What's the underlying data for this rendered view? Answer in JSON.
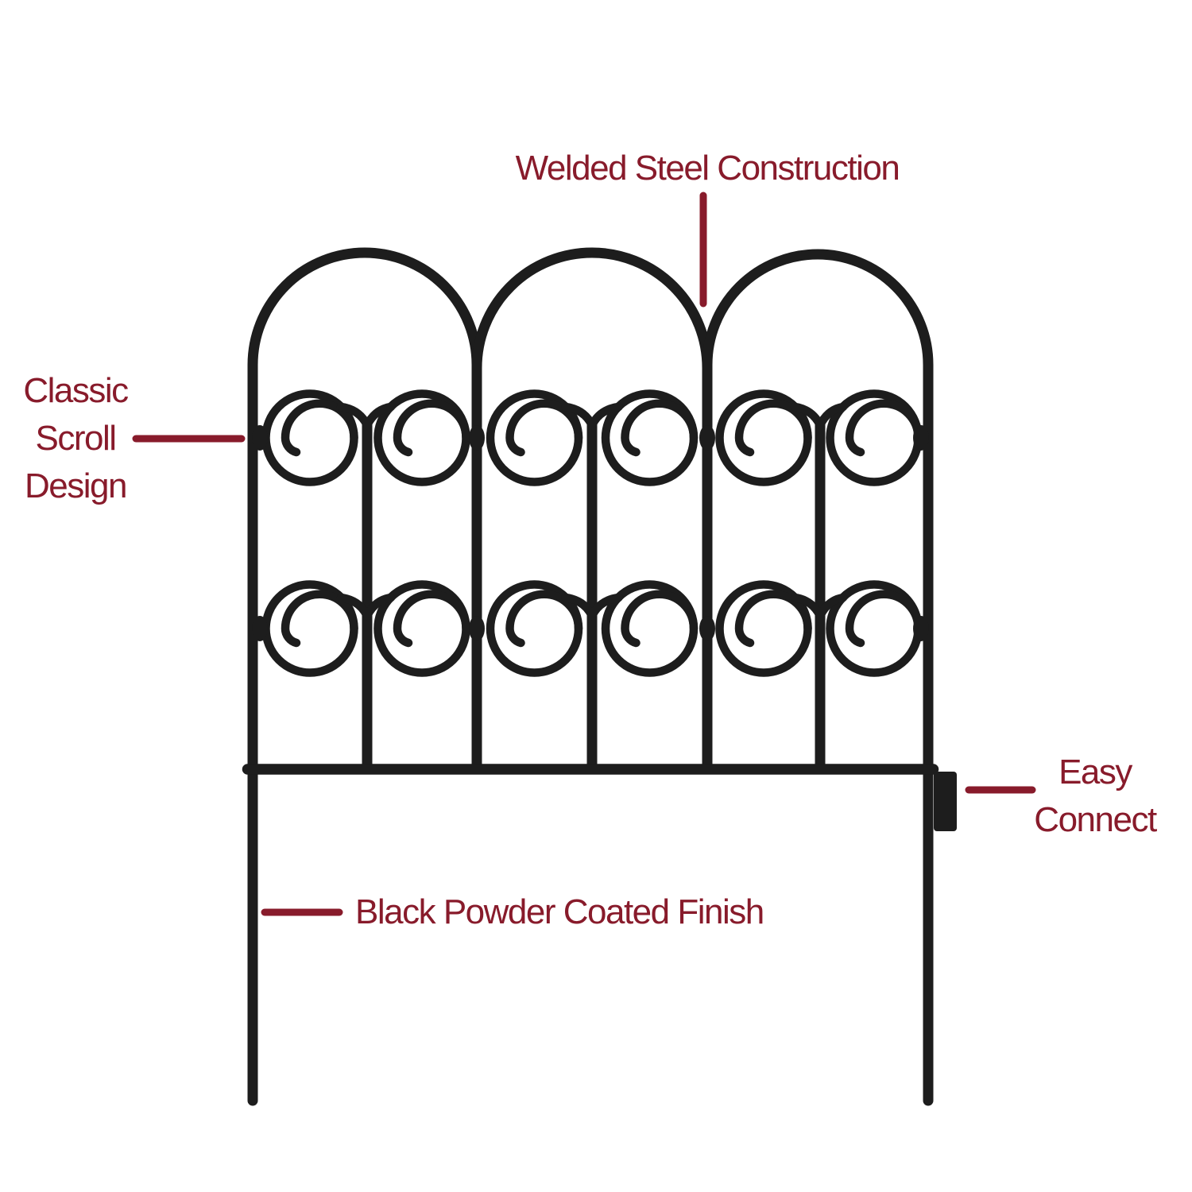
{
  "title": "Garden fence panel feature diagram",
  "colors": {
    "background": "#ffffff",
    "fence": "#1d1d1d",
    "annotation": "#881b2b"
  },
  "callouts": {
    "welded_steel": {
      "label": "Welded Steel Construction"
    },
    "classic_scroll": {
      "lines": [
        "Classic",
        "Scroll",
        "Design"
      ]
    },
    "easy_connect": {
      "lines": [
        "Easy",
        "Connect"
      ]
    },
    "powder_coat": {
      "label": "Black Powder Coated Finish"
    }
  }
}
